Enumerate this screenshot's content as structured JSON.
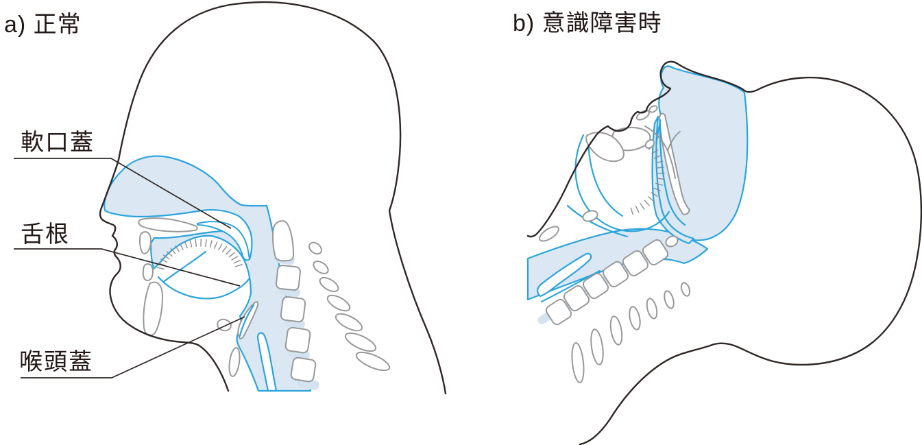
{
  "figure": {
    "panel_a": {
      "title": "a) 正常",
      "labels": [
        {
          "text": "軟口蓋",
          "target": "soft-palate"
        },
        {
          "text": "舌根",
          "target": "tongue-base"
        },
        {
          "text": "喉頭蓋",
          "target": "epiglottis"
        }
      ]
    },
    "panel_b": {
      "title": "b) 意識障害時",
      "labels": []
    },
    "colors": {
      "outline": "#2f2725",
      "bone": "#96989a",
      "airway_fill": "#dbe8f4",
      "airway_stroke": "#2aa4db",
      "disc_fill": "#d5e3f1",
      "label_text": "#231815",
      "hatch": "#8a8c8e"
    }
  }
}
